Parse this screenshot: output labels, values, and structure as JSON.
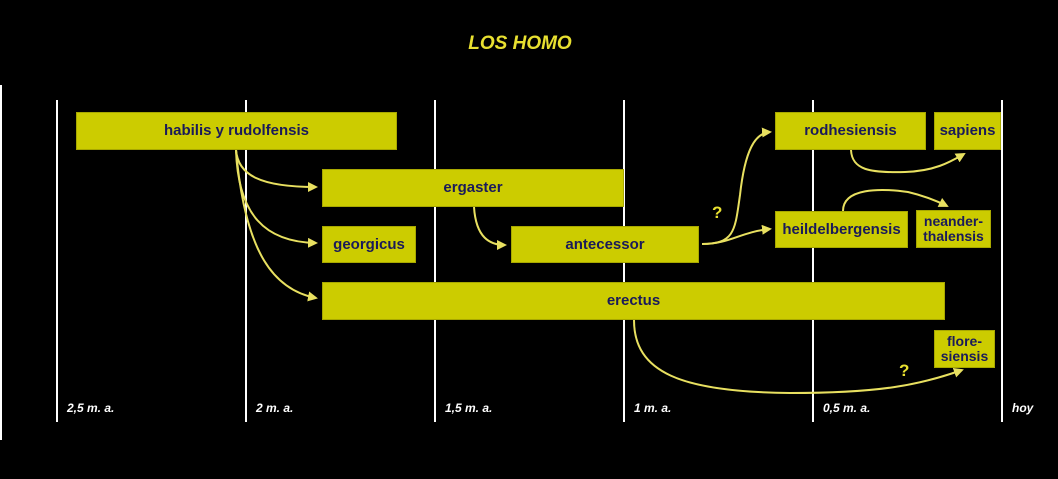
{
  "title": "LOS HOMO",
  "colors": {
    "background": "#000000",
    "bar_fill": "#cccc00",
    "bar_text": "#1a1a5a",
    "arrow": "#e8e060",
    "title": "#e8e030",
    "grid": "#ffffff"
  },
  "time_axis": {
    "ticks": [
      "2,5  m. a.",
      "2  m. a.",
      "1,5  m. a.",
      "1 m. a.",
      "0,5  m. a.",
      "hoy"
    ]
  },
  "species": {
    "habilis": "habilis y rudolfensis",
    "ergaster": "ergaster",
    "georgicus": "georgicus",
    "antecessor": "antecessor",
    "erectus": "erectus",
    "rodhesiensis": "rodhesiensis",
    "sapiens": "sapiens",
    "heildelbergensis": "heildelbergensis",
    "neanderthalensis": "neander-\nthalensis",
    "floresiensis": "flore-\nsiensis"
  },
  "uncertain_marks": {
    "antecessor_to_rodhesiensis": "?",
    "erectus_to_floresiensis": "?"
  }
}
